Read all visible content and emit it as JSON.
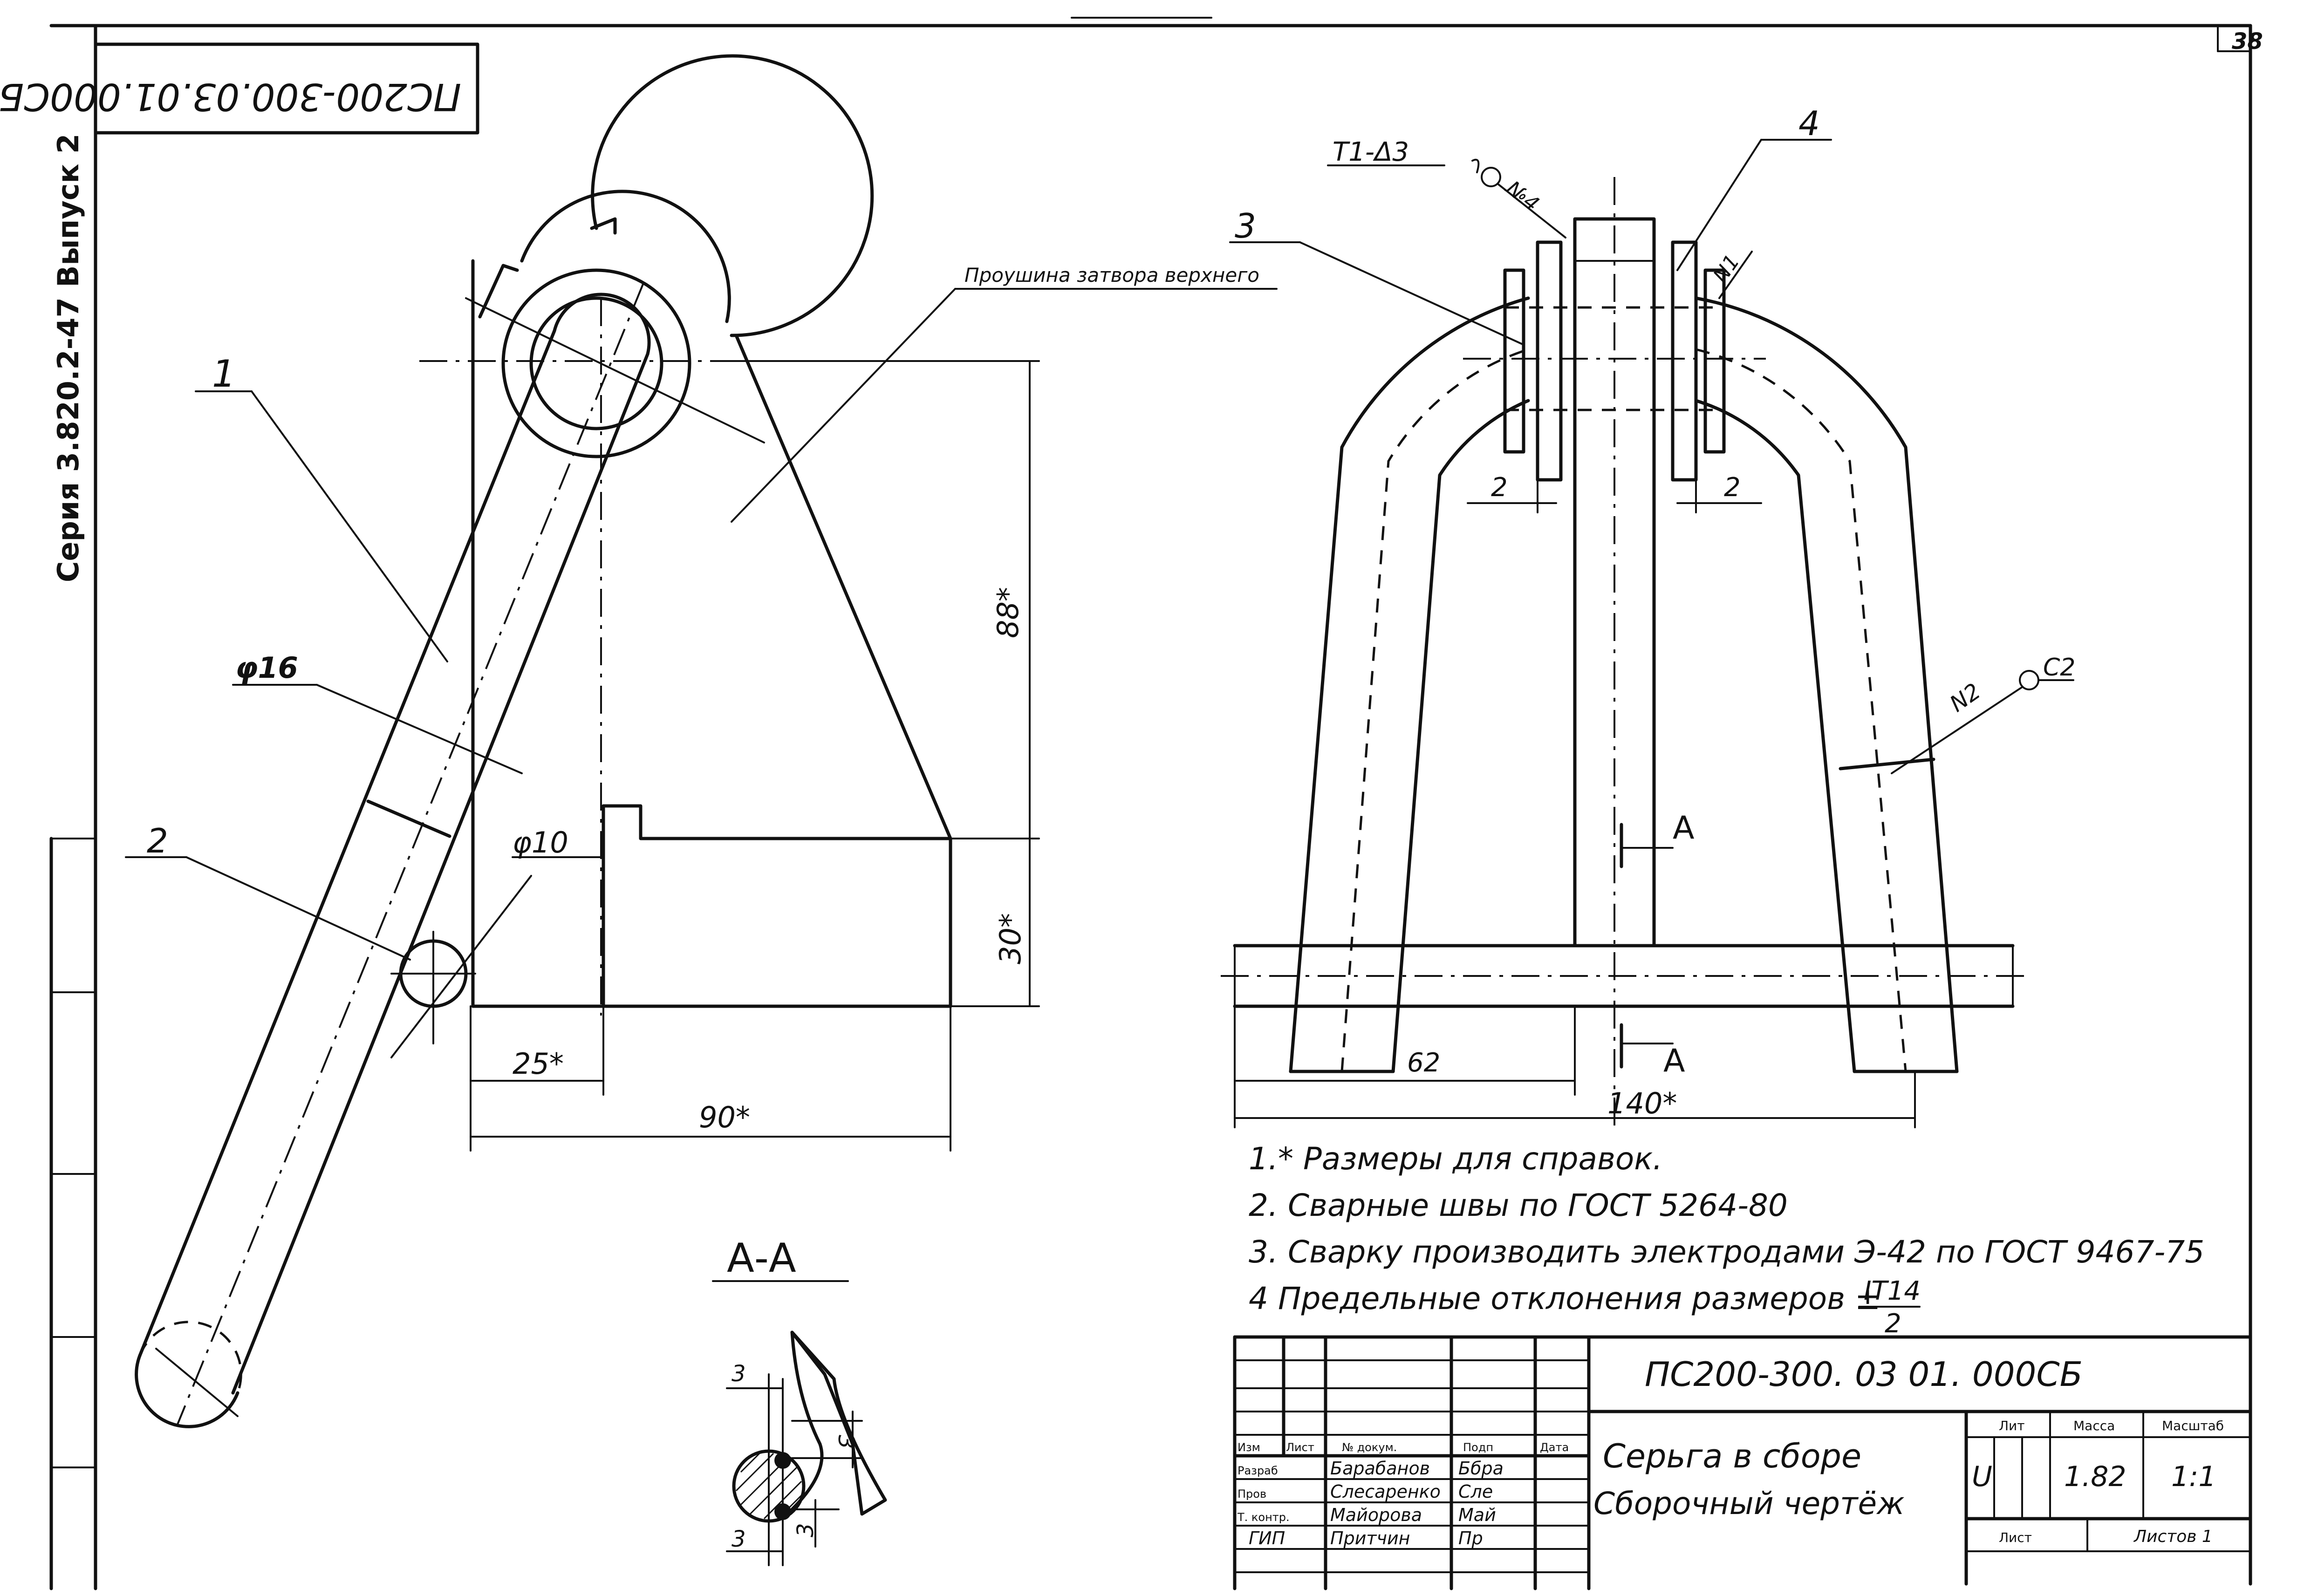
{
  "side_label": "Серия 3.820.2-47 Выпуск 2",
  "corner_code": "ПС200-300.03.01.000СБ",
  "sheet_number": "38",
  "labels": {
    "part1": "1",
    "part2": "2",
    "part3": "3",
    "part4": "4",
    "phi16": "φ16",
    "phi10": "φ10",
    "dim25": "25*",
    "dim90": "90*",
    "dim88": "88*",
    "dim30": "30*",
    "dim2_left": "2",
    "dim2_right": "2",
    "dim62": "62",
    "dim140": "140*",
    "lug_label": "Проушина затвора верхнего",
    "weld_top": "Т1-Δ3",
    "weld_n4": "№4",
    "weld_n1": "N1",
    "weld_n2": "N2",
    "weld_c2": "С2",
    "section_a_top": "А",
    "section_a_bottom": "А",
    "section_title": "А-А",
    "sec_dim3_top": "3",
    "sec_dim3_bottom": "3",
    "sec_dim3_right": "3",
    "sec_dim3_low": "3"
  },
  "notes": [
    "1.* Размеры для справок.",
    "2. Сварные швы по ГОСТ 5264-80",
    "3. Сварку производить электродами Э-42 по ГОСТ 9467-75",
    "4 Предельные отклонения размеров ±",
    "IT14",
    "2"
  ],
  "title_block": {
    "designation": "ПС200-300. 03 01. 000СБ",
    "name_line1": "Серьга в сборе",
    "name_line2": "Сборочный чертёж",
    "headers": [
      "Изм",
      "Лист",
      "№ докум.",
      "Подп",
      "Дата"
    ],
    "rows": [
      {
        "role": "Разраб",
        "name": "Барабанов",
        "sign": "Ббра"
      },
      {
        "role": "Пров",
        "name": "Слесаренко",
        "sign": "Сле"
      },
      {
        "role": "Т. контр.",
        "name": "Майорова",
        "sign": "Май"
      },
      {
        "role": "ГИП",
        "name": "Притчин",
        "sign": "Пр"
      }
    ],
    "lit_header": "Лит",
    "mass_header": "Масса",
    "scale_header": "Масштаб",
    "lit_value": "U",
    "mass_value": "1.82",
    "scale_value": "1:1",
    "sheet_label": "Лист",
    "sheets_label": "Листов 1"
  }
}
